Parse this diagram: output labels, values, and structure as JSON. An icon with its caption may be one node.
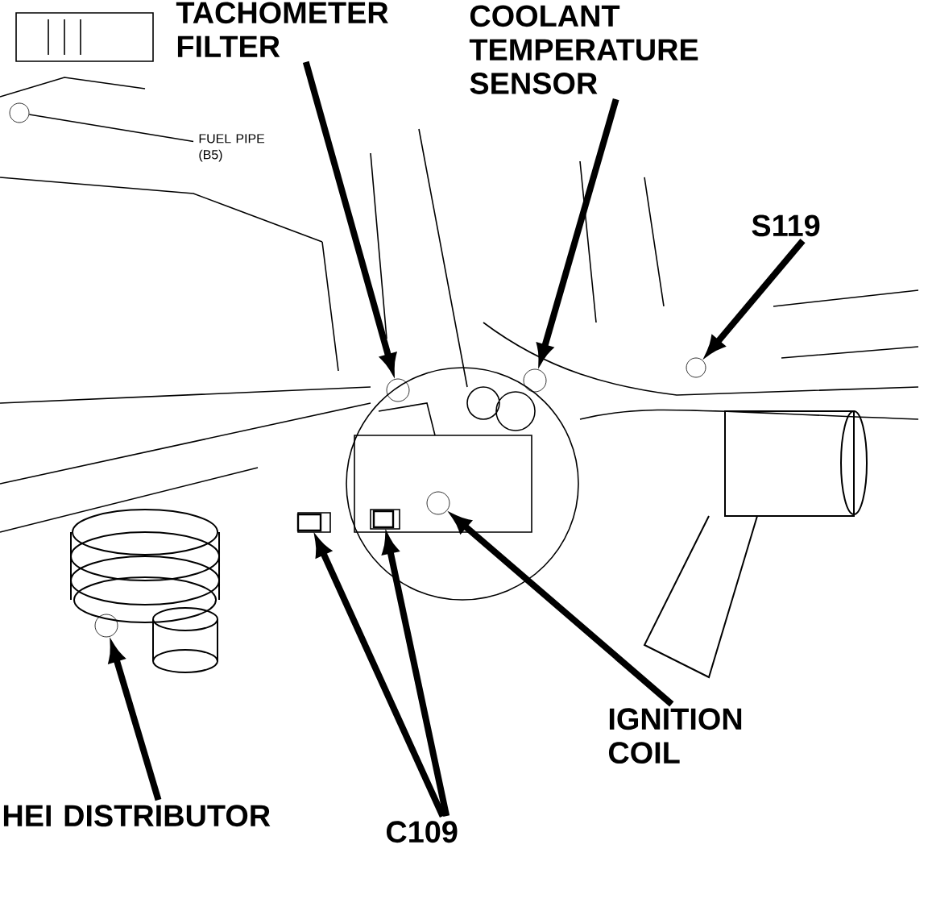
{
  "diagram": {
    "nodes": [
      {
        "text": [
          "TACHOMETER FILTER"
        ]
      },
      {
        "text": [
          "COOLANT TEMPERATURE SENSOR"
        ]
      },
      {
        "text": [
          "S119"
        ]
      },
      {
        "text": [
          "FUEL PIPE (B5)"
        ]
      },
      {
        "text": [
          "IGNITION COIL"
        ]
      },
      {
        "text": [
          "HEI DISTRIBUTOR"
        ]
      },
      {
        "text": [
          "C109"
        ]
      },
      {
        "text": [],
        "shape": "circle"
      },
      {
        "text": [],
        "shape": "circle"
      },
      {
        "text": [],
        "shape": "circle"
      },
      {
        "text": [],
        "shape": "circle"
      },
      {
        "text": [],
        "shape": "circle"
      },
      {
        "text": [],
        "shape": "circle"
      },
      {
        "text": [],
        "shape": "box"
      },
      {
        "text": [],
        "shape": "box"
      }
    ],
    "edges": [
      {
        "from": 0,
        "to": 7,
        "arrow": "to"
      },
      {
        "from": 1,
        "to": 8,
        "arrow": "to"
      },
      {
        "from": 2,
        "to": 9,
        "arrow": "to"
      },
      {
        "from": 3,
        "to": 10,
        "arrow": "none"
      },
      {
        "from": 4,
        "to": 11,
        "arrow": "to"
      },
      {
        "from": 5,
        "to": 12,
        "arrow": "to"
      },
      {
        "from": 6,
        "to": 13,
        "arrow": "to"
      },
      {
        "from": 6,
        "to": 14,
        "arrow": "to"
      }
    ]
  }
}
